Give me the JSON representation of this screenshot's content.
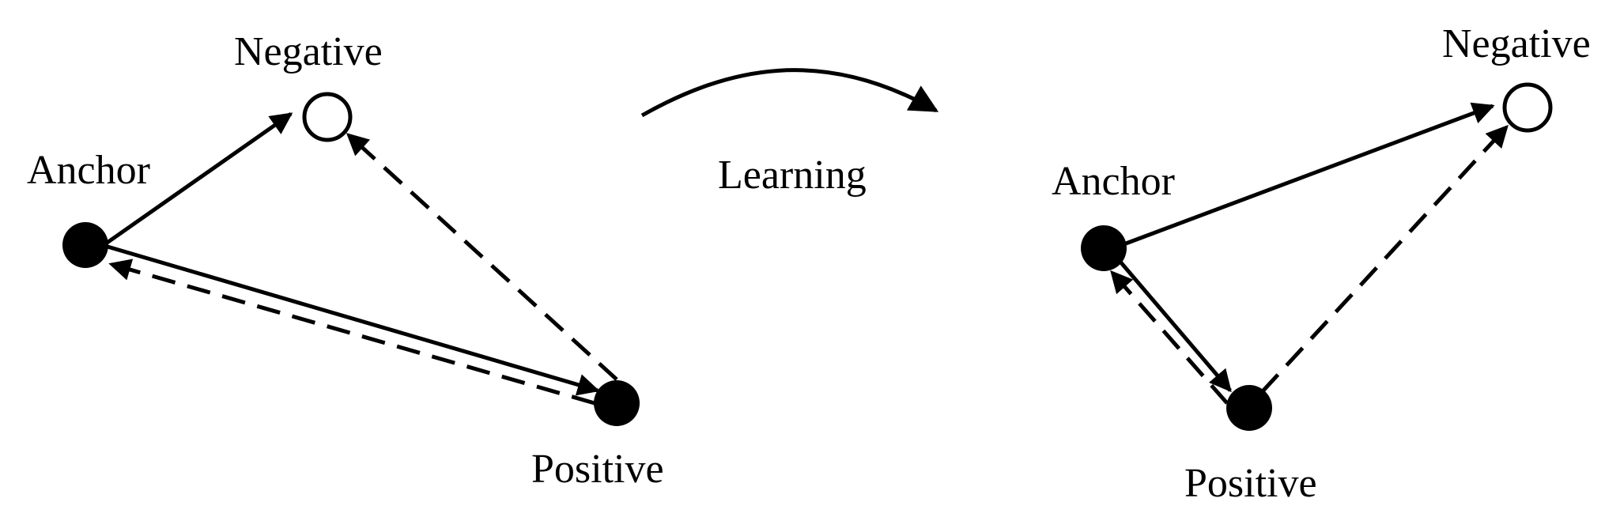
{
  "before": {
    "anchor_label": "Anchor",
    "negative_label": "Negative",
    "positive_label": "Positive"
  },
  "transition": {
    "label": "Learning"
  },
  "after": {
    "anchor_label": "Anchor",
    "negative_label": "Negative",
    "positive_label": "Positive"
  },
  "colors": {
    "ink": "#000000",
    "background": "#ffffff"
  }
}
